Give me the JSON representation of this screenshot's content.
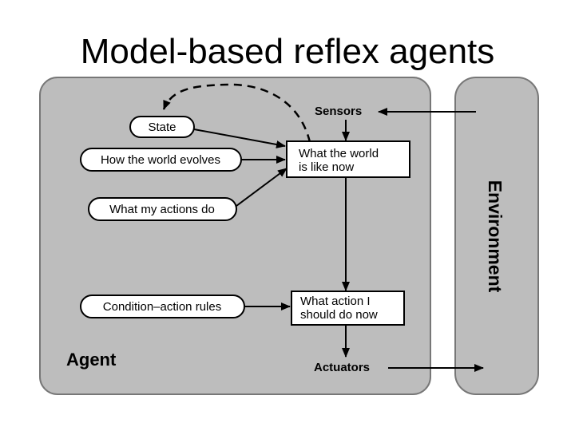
{
  "title": "Model-based reflex agents",
  "agent": {
    "label": "Agent"
  },
  "environment": {
    "label": "Environment"
  },
  "ovals": {
    "state": "State",
    "world_evolves": "How the world evolves",
    "actions_do": "What my actions do",
    "rules": "Condition–action rules"
  },
  "boxes": {
    "world_now": [
      "What the world",
      "is like now"
    ],
    "action": [
      "What action I",
      "should do now"
    ]
  },
  "sensors": "Sensors",
  "actuators": "Actuators"
}
